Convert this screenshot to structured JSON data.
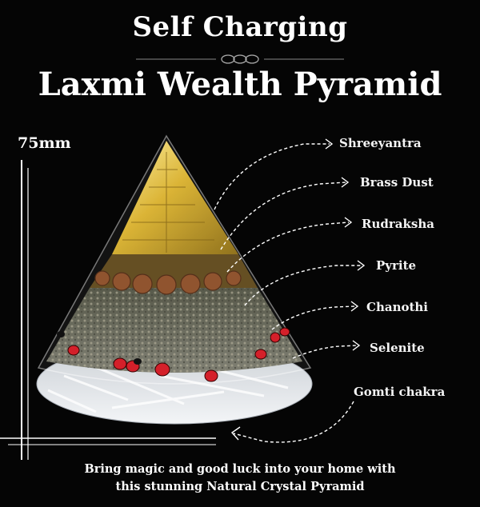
{
  "title": {
    "line1": "Self Charging",
    "line2": "Laxmi Wealth Pyramid"
  },
  "height_label": "75mm",
  "labels": {
    "shreeyantra": "Shreeyantra",
    "brass_dust": "Brass Dust",
    "rudraksha": "Rudraksha",
    "pyrite": "Pyrite",
    "chanothi": "Chanothi",
    "selenite": "Selenite",
    "gomti_chakra": "Gomti chakra"
  },
  "tagline": {
    "line1": "Bring magic and good luck into your home with",
    "line2": "this stunning Natural Crystal Pyramid"
  },
  "colors": {
    "background": "#050505",
    "gold": "#d9b02a",
    "pyrite": "#6f6b5c",
    "selenite": "#e4e8ec",
    "chanothi_red": "#d4202a"
  }
}
